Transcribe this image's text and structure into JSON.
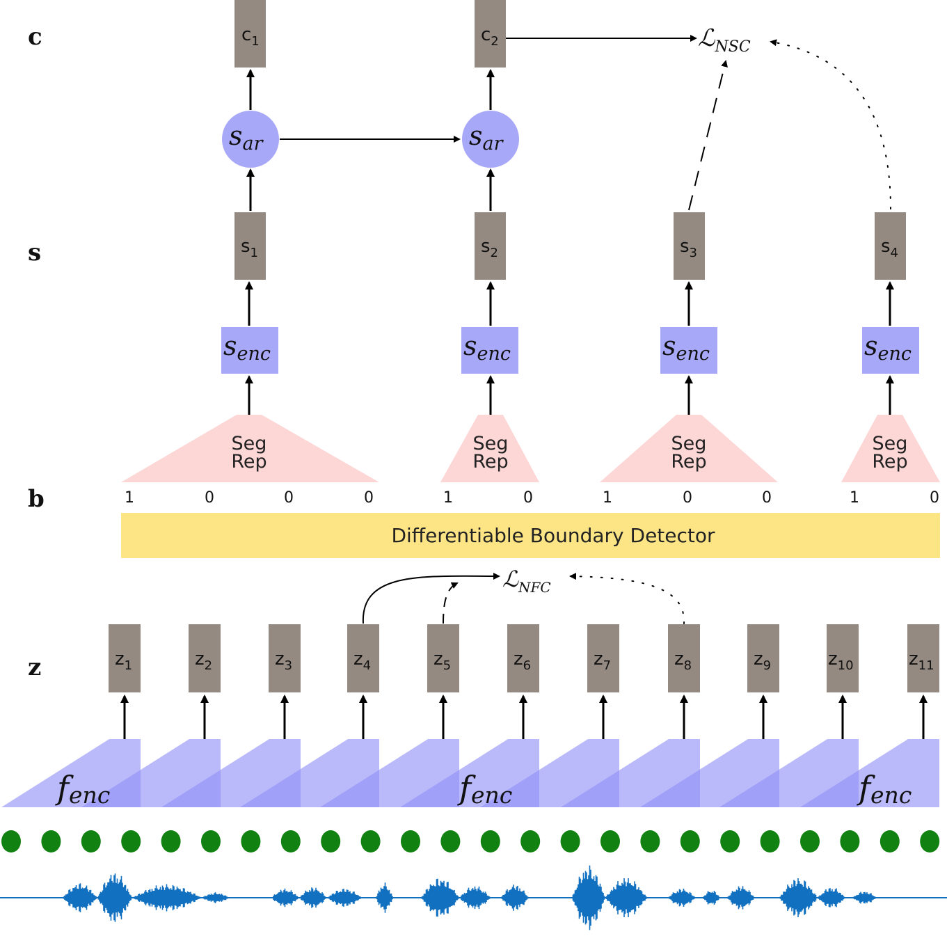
{
  "row_labels": {
    "c": "c",
    "s": "s",
    "b": "b",
    "z": "z"
  },
  "c_nodes": [
    {
      "base": "c",
      "sub": "1"
    },
    {
      "base": "c",
      "sub": "2"
    }
  ],
  "ar_nodes": [
    {
      "base": "s",
      "sub": "ar"
    },
    {
      "base": "s",
      "sub": "ar"
    }
  ],
  "s_nodes": [
    {
      "base": "s",
      "sub": "1"
    },
    {
      "base": "s",
      "sub": "2"
    },
    {
      "base": "s",
      "sub": "3"
    },
    {
      "base": "s",
      "sub": "4"
    }
  ],
  "senc_nodes": [
    {
      "base": "s",
      "sub": "enc"
    },
    {
      "base": "s",
      "sub": "enc"
    },
    {
      "base": "s",
      "sub": "enc"
    },
    {
      "base": "s",
      "sub": "enc"
    }
  ],
  "seg_rep": {
    "line1": "Seg",
    "line2": "Rep"
  },
  "boundaries": {
    "group1": [
      "1",
      "0",
      "0",
      "0"
    ],
    "group2": [
      "1",
      "0"
    ],
    "group3": [
      "1",
      "0",
      "0"
    ],
    "group4": [
      "1",
      "0"
    ]
  },
  "detector_label": "Differentiable Boundary Detector",
  "loss_nsc": {
    "base": "ℒ",
    "sub": "NSC"
  },
  "loss_nfc": {
    "base": "ℒ",
    "sub": "NFC"
  },
  "z_nodes": [
    {
      "base": "z",
      "sub": "1"
    },
    {
      "base": "z",
      "sub": "2"
    },
    {
      "base": "z",
      "sub": "3"
    },
    {
      "base": "z",
      "sub": "4"
    },
    {
      "base": "z",
      "sub": "5"
    },
    {
      "base": "z",
      "sub": "6"
    },
    {
      "base": "z",
      "sub": "7"
    },
    {
      "base": "z",
      "sub": "8"
    },
    {
      "base": "z",
      "sub": "9"
    },
    {
      "base": "z",
      "sub": "10"
    },
    {
      "base": "z",
      "sub": "11"
    }
  ],
  "fenc_labels": [
    {
      "base": "f",
      "sub": "enc"
    },
    {
      "base": "f",
      "sub": "enc"
    },
    {
      "base": "f",
      "sub": "enc"
    }
  ],
  "colors": {
    "node_gray": "#958a81",
    "encoder_blue": "#a8a8f8",
    "seg_pink": "#fdd6d6",
    "detector_yellow": "#fde586",
    "frame_green": "#118211",
    "wave_blue": "#1170c0",
    "conv_blue": "#8f8ff7"
  }
}
